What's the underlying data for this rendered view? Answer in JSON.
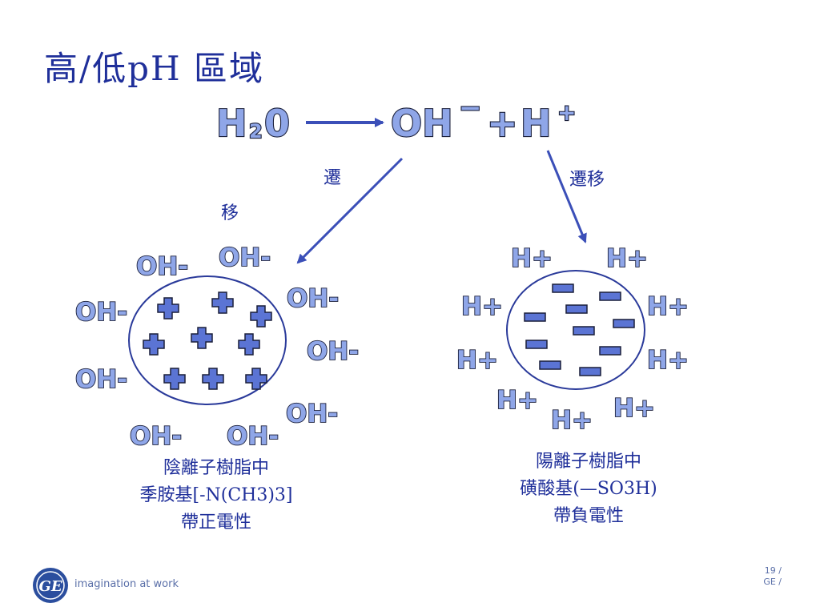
{
  "title": "高/低pH 區域",
  "equation": {
    "reactant": "H",
    "reactant_subscript": "2",
    "reactant_tail": "0",
    "product_1": "OH",
    "product_1_charge": "−",
    "plus": "+",
    "product_2": "H",
    "product_2_charge": "+"
  },
  "arrow_labels": {
    "left_line1": "遷",
    "left_line2": "移",
    "right": "遷移"
  },
  "anion_resin": {
    "ion_label": "OH-",
    "line1": "陰離子樹脂中",
    "line2": "季胺基[-N(CH3)3]",
    "line3": "帶正電性"
  },
  "cation_resin": {
    "ion_label": "H+",
    "line1": "陽離子樹脂中",
    "line2": "磺酸基(—SO3H)",
    "line3": "帶負電性"
  },
  "footer": {
    "tagline": "imagination at work",
    "logo": "GE",
    "page_line1": "19 /",
    "page_line2": "GE /"
  },
  "colors": {
    "title": "#1f2f9a",
    "bubble_fill": "#8fa6e8",
    "bubble_stroke": "#1a1f3a",
    "arrow": "#3b4fb8",
    "logo": "#2b4e9e"
  },
  "icons": {
    "logo": "ge-logo-icon"
  }
}
